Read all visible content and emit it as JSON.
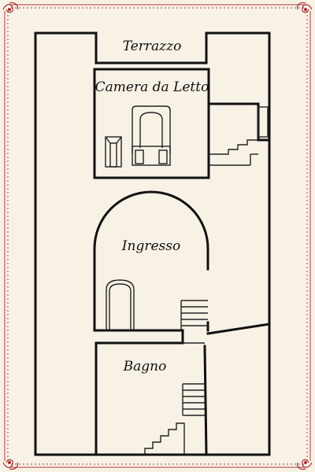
{
  "rooms": {
    "terrace": "Terrazzo",
    "bedroom": "Camera da Letto",
    "entrance": "Ingresso",
    "bathroom": "Bagno"
  },
  "colors": {
    "background": "#f7f1e6",
    "walls": "#111111",
    "frame": "#b33a3a"
  }
}
